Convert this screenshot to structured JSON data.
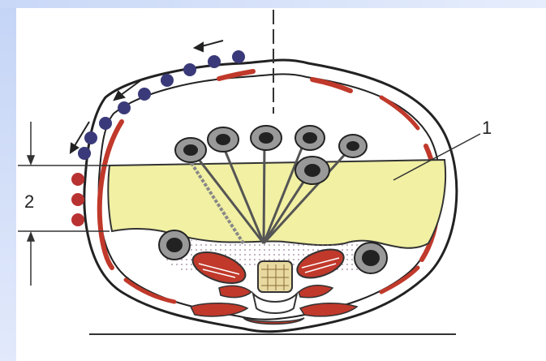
{
  "labels": {
    "fluid_label": "1",
    "lateral_zone_label": "2"
  },
  "colors": {
    "background": "#c9d8f7",
    "panel": "#ffffff",
    "outline": "#222222",
    "fluid": "#f1f0a3",
    "muscle": "#c0392b",
    "blue_markers": "#3a3a7a",
    "red_markers": "#b83232"
  },
  "icons": {
    "arrows": "direction-arrow"
  }
}
